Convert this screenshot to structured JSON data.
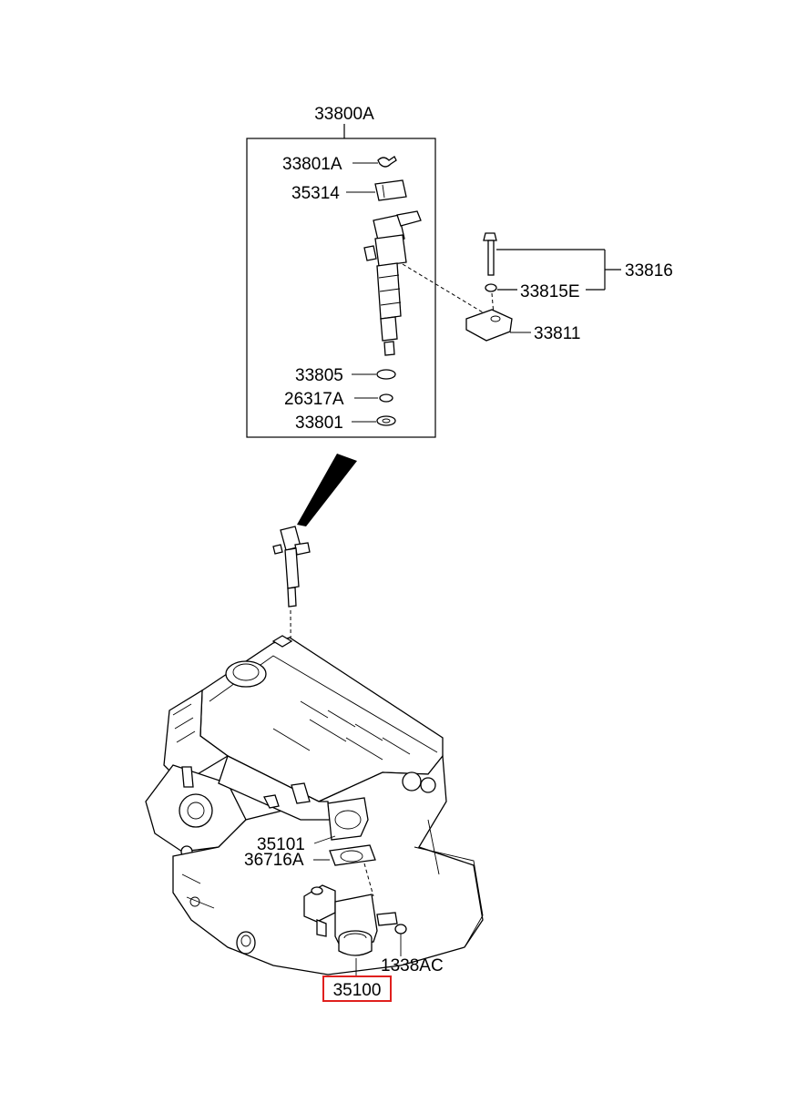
{
  "labels": {
    "injector_assembly": "33800A",
    "clip": "33801A",
    "sleeve": "35314",
    "bolt_washer_set": "33816",
    "washer": "33815E",
    "clamp": "33811",
    "o_ring": "33805",
    "small_o_ring": "26317A",
    "seal_washer": "33801",
    "throttle_gasket_upper": "35101",
    "throttle_gasket": "36716A",
    "bolt_small": "1338AC",
    "throttle_body": "35100"
  },
  "colors": {
    "line": "#000000",
    "highlight": "#e0201e",
    "background": "#ffffff"
  },
  "highlighted_part": "35100"
}
